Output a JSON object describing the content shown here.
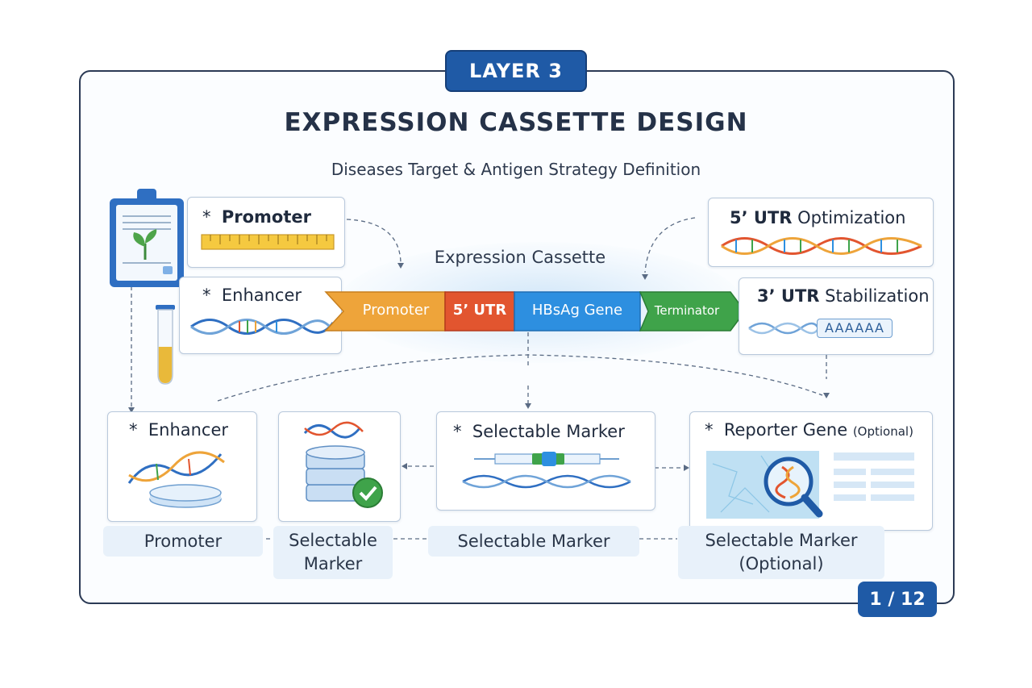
{
  "layer_badge": "LAYER 3",
  "title": "EXPRESSION CASSETTE DESIGN",
  "subtitle": "Diseases Target & Antigen Strategy Definition",
  "cassette": {
    "label": "Expression Cassette",
    "segments": [
      "Promoter",
      "5’ UTR",
      "HBsAg Gene",
      "Terminator"
    ]
  },
  "top_left": {
    "promoter": "Promoter",
    "enhancer": "Enhancer"
  },
  "top_right": {
    "utr5_bold": "5’ UTR",
    "utr5_rest": " Optimization",
    "utr3_bold": "3’ UTR",
    "utr3_rest": " Stabilization",
    "polya": "AAAAAA"
  },
  "bottom_cards": {
    "enhancer": "Enhancer",
    "selectable_marker": "Selectable Marker",
    "reporter": "Reporter Gene",
    "reporter_note": "(Optional)"
  },
  "bottom_pills": {
    "p1": "Promoter",
    "p2_line1": "Selectable",
    "p2_line2": "Marker",
    "p3": "Selectable Marker",
    "p4_line1": "Selectable Marker",
    "p4_line2": "(Optional)"
  },
  "page": "1 / 12",
  "colors": {
    "accent": "#1f5aa6",
    "promoter": "#eea43a",
    "utr5": "#e2552f",
    "gene": "#2d8fe0",
    "terminator": "#3fa34a"
  }
}
